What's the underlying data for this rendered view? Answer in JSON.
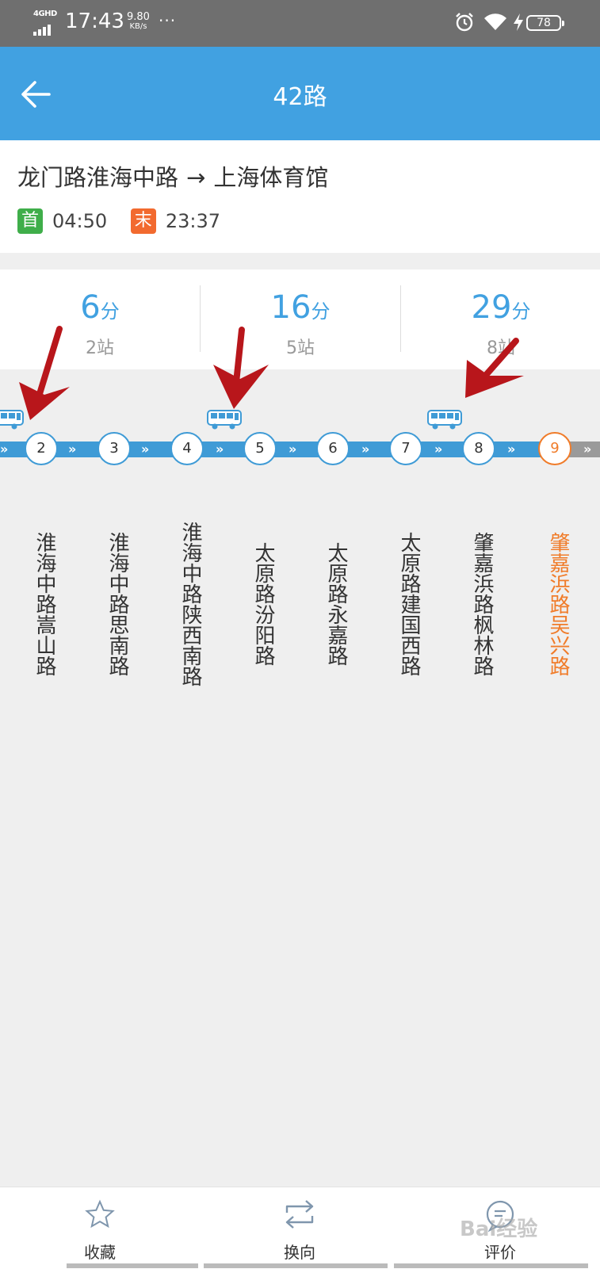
{
  "status_bar": {
    "network": "4GHD",
    "time": "17:43",
    "speed_value": "9.80",
    "speed_unit": "KB/s",
    "dots": "···",
    "battery": "78"
  },
  "header": {
    "title": "42路"
  },
  "route": {
    "from": "龙门路淮海中路",
    "arrow": "→",
    "to": "上海体育馆",
    "first_badge": "首",
    "first_time": "04:50",
    "last_badge": "末",
    "last_time": "23:37"
  },
  "eta": [
    {
      "minutes": "6",
      "unit": "分",
      "stops": "2站"
    },
    {
      "minutes": "16",
      "unit": "分",
      "stops": "5站"
    },
    {
      "minutes": "29",
      "unit": "分",
      "stops": "8站"
    }
  ],
  "stops": [
    {
      "num": "2",
      "name": "淮海中路嵩山路"
    },
    {
      "num": "3",
      "name": "淮海中路思南路"
    },
    {
      "num": "4",
      "name": "淮海中路陕西南路"
    },
    {
      "num": "5",
      "name": "太原路汾阳路"
    },
    {
      "num": "6",
      "name": "太原路永嘉路"
    },
    {
      "num": "7",
      "name": "太原路建国西路"
    },
    {
      "num": "8",
      "name": "肇嘉浜路枫林路"
    },
    {
      "num": "9",
      "name": "肇嘉浜路吴兴路"
    }
  ],
  "current_stop_index": 7,
  "bottom_tabs": [
    {
      "label": "收藏",
      "icon": "star-icon"
    },
    {
      "label": "换向",
      "icon": "swap-icon"
    },
    {
      "label": "评价",
      "icon": "comment-icon"
    }
  ],
  "watermark": "Bai经验",
  "colors": {
    "header": "#41a1e1",
    "track": "#3f9bd6",
    "current": "#f07c2a",
    "first_badge": "#3fae4a",
    "last_badge": "#f26a2f",
    "annotation_arrow": "#b8161b"
  }
}
